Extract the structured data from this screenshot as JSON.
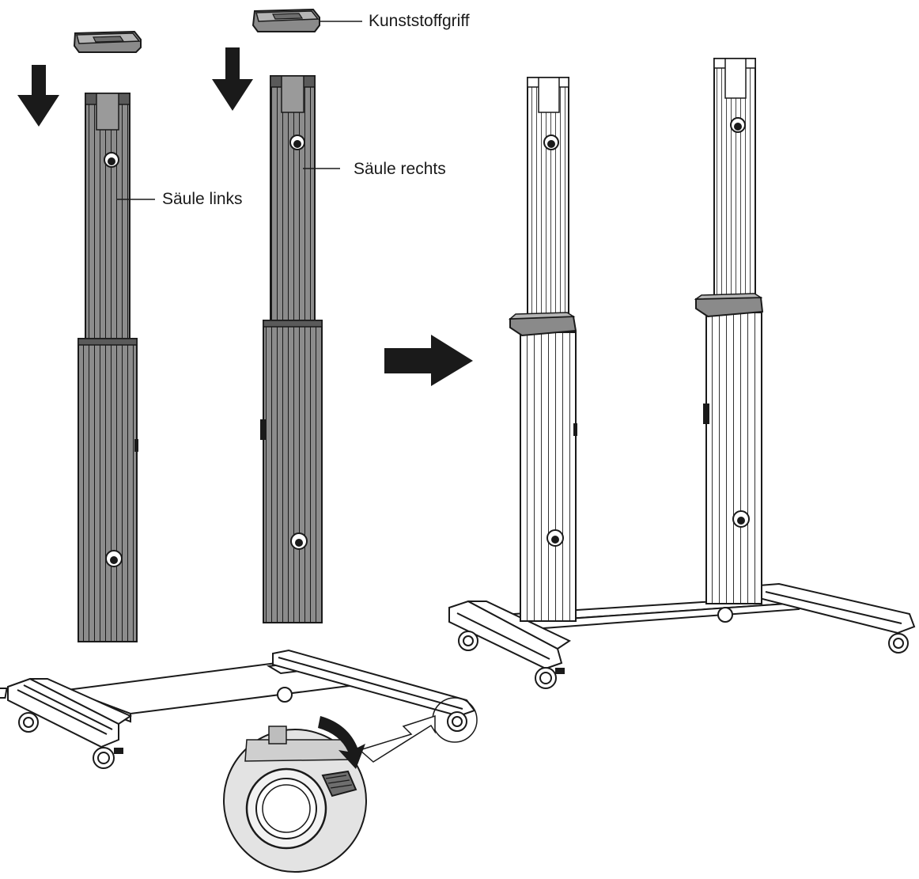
{
  "labels": {
    "handle": "Kunststoffgriff",
    "column_left": "Säule links",
    "column_right": "Säule rechts"
  },
  "colors": {
    "line": "#1a1a1a",
    "dark_fill": "#8a8a8a",
    "darker_fill": "#6e6e6e",
    "light_fill": "#ffffff",
    "zoom_fill": "#e6e6e6",
    "arrow_fill": "#1a1a1a"
  }
}
